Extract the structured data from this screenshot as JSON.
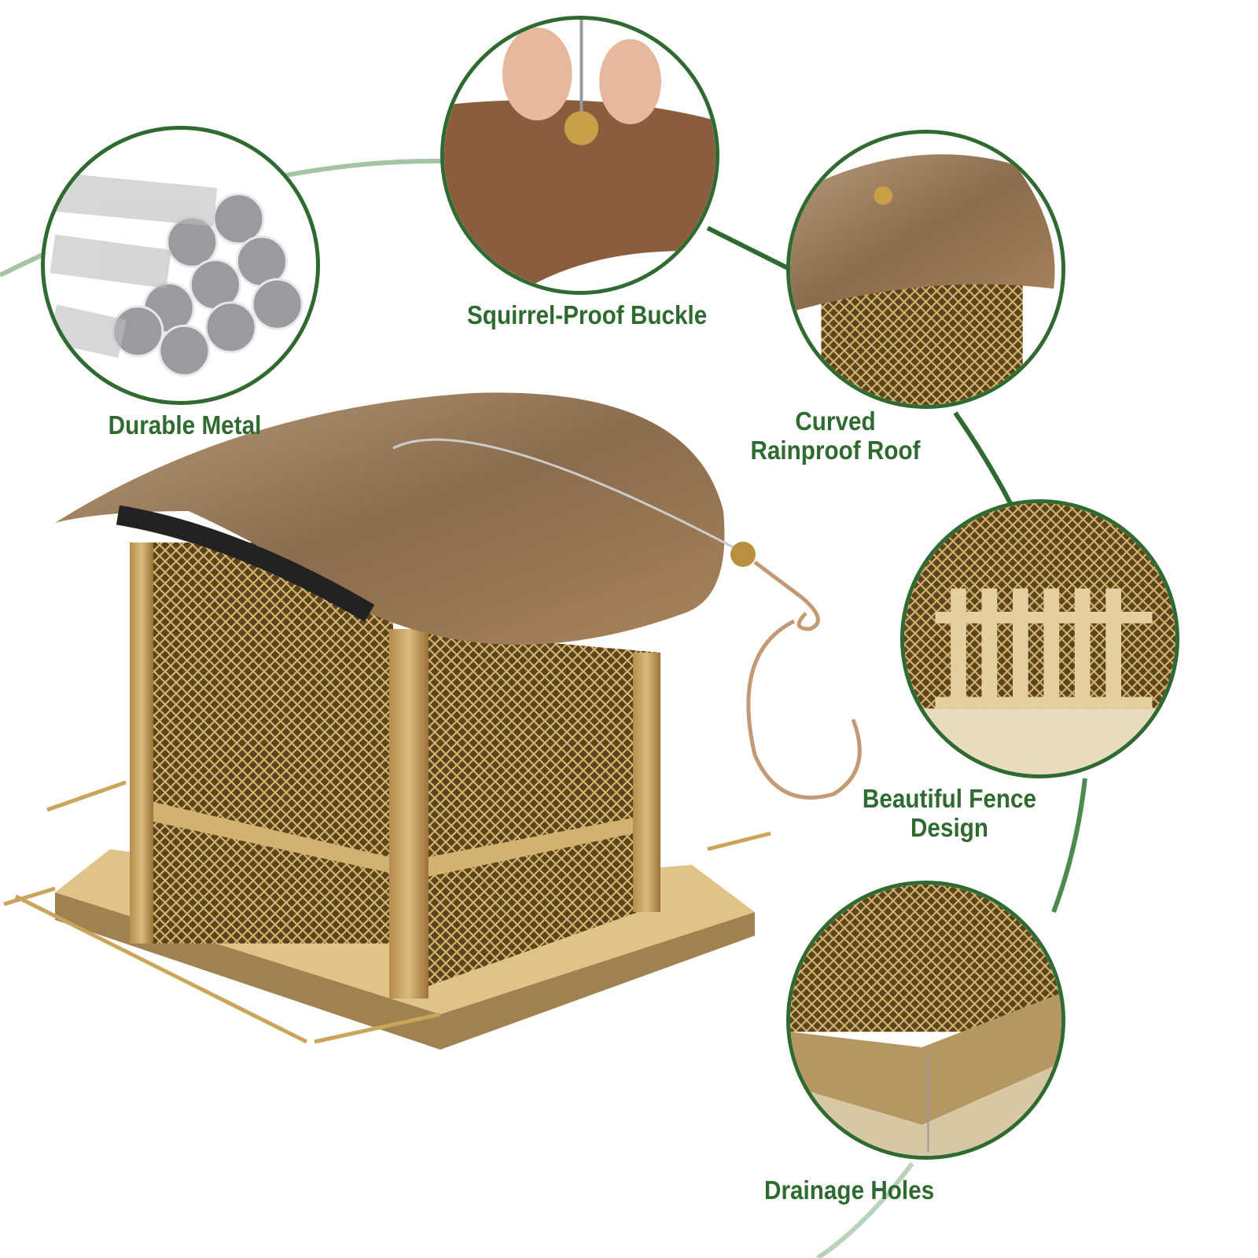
{
  "features": [
    {
      "id": "durable-metal",
      "label": "Durable Metal"
    },
    {
      "id": "squirrel-proof-buckle",
      "label": "Squirrel-Proof Buckle"
    },
    {
      "id": "curved-rainproof-roof",
      "label_line1": "Curved",
      "label_line2": "Rainproof Roof"
    },
    {
      "id": "beautiful-fence-design",
      "label_line1": "Beautiful Fence",
      "label_line2": "Design"
    },
    {
      "id": "drainage-holes",
      "label": "Drainage Holes"
    }
  ],
  "colors": {
    "accent": "#2f6a30",
    "bronze": "#a7834f",
    "roof": "#8e6e4c",
    "gold": "#c9a45a"
  }
}
